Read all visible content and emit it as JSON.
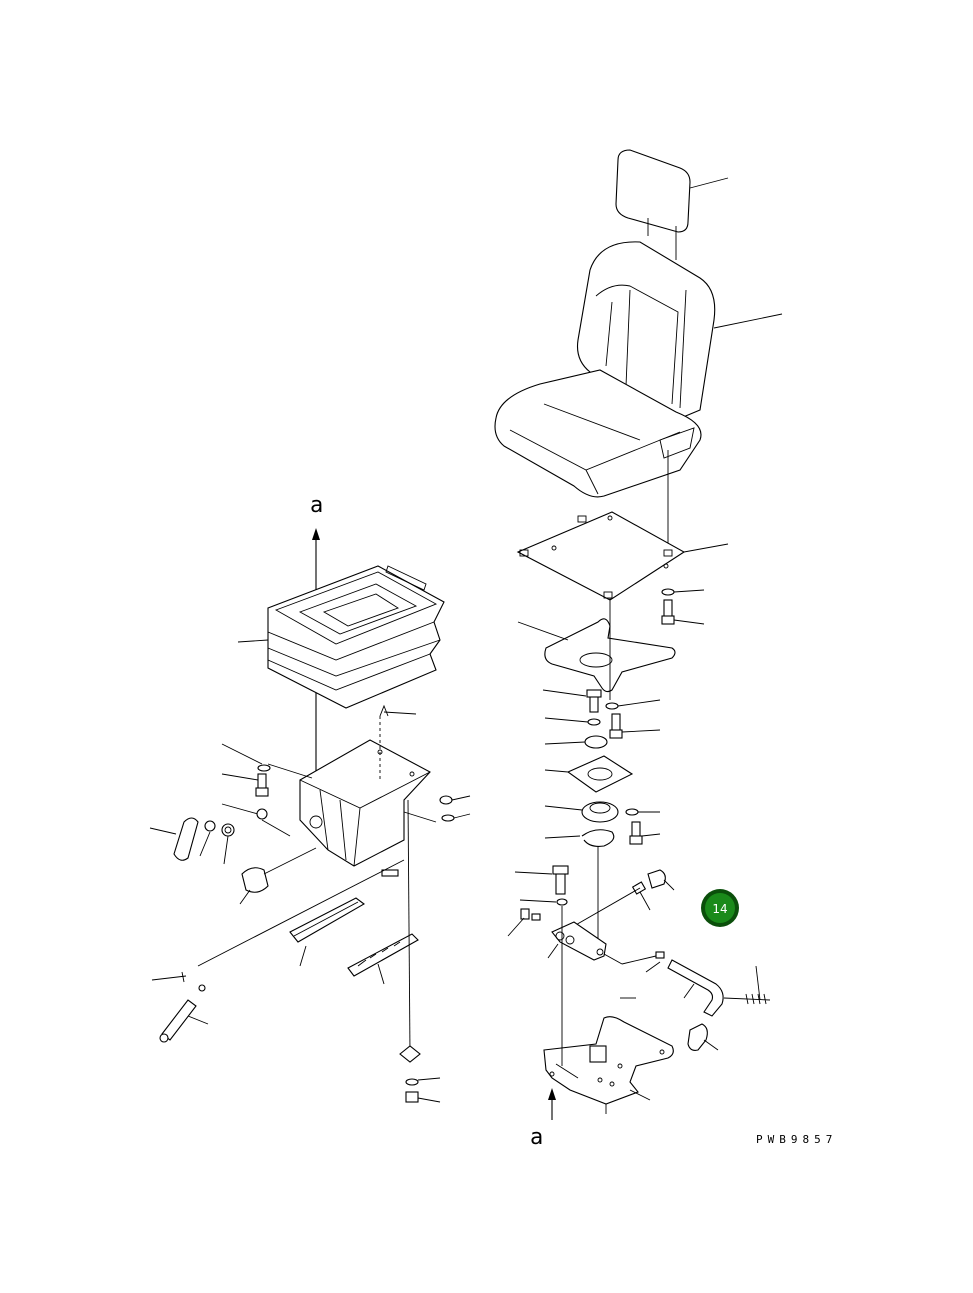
{
  "diagram": {
    "drawing_code": "PWB9857",
    "connection_label_top": "a",
    "connection_label_bottom": "a",
    "page_badge": "14",
    "badge_color": "#1a8a1a",
    "badge_ring_color": "#0b4f0b"
  }
}
